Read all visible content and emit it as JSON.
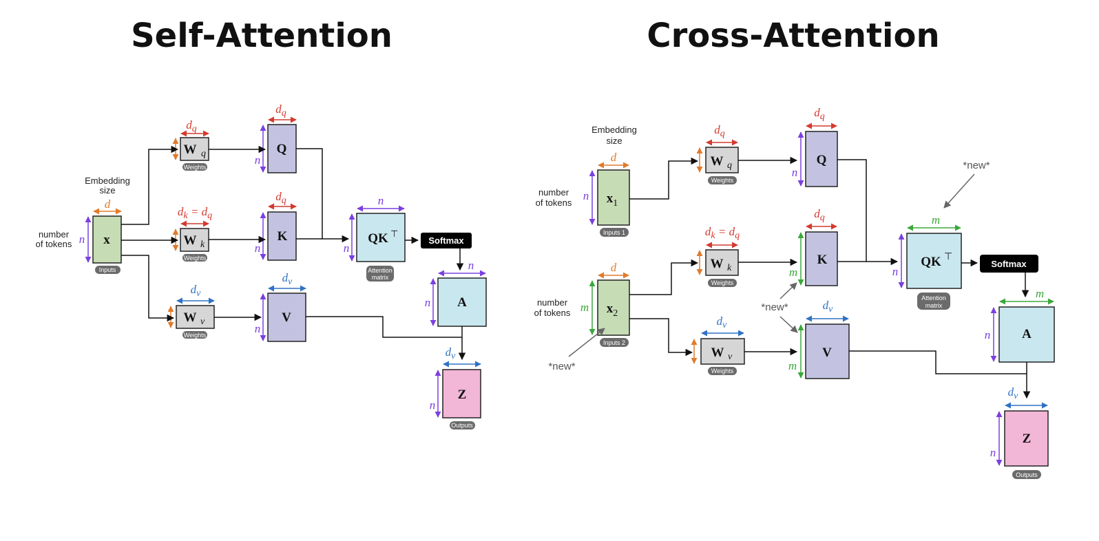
{
  "titles": {
    "self": "Self-Attention",
    "cross": "Cross-Attention"
  },
  "labels": {
    "embedding_line1": "Embedding",
    "embedding_line2": "size",
    "tokens_line1": "number",
    "tokens_line2": "of tokens",
    "new": "*new*",
    "softmax": "Softmax"
  },
  "pills": {
    "inputs": "Inputs",
    "inputs1": "Inputs 1",
    "inputs2": "Inputs 2",
    "weights": "Weights",
    "attn_line1": "Attention",
    "attn_line2": "matrix",
    "outputs": "Outputs"
  },
  "symbols": {
    "x": "x",
    "x1": "x",
    "x1_sub": "1",
    "x2": "x",
    "x2_sub": "2",
    "W": "W",
    "q": "q",
    "k": "k",
    "v": "v",
    "Q": "Q",
    "K": "K",
    "V": "V",
    "QK": "QK",
    "T": "⊤",
    "A": "A",
    "Z": "Z"
  },
  "dims": {
    "d": "d",
    "n": "n",
    "m": "m",
    "dq": "d",
    "dq_sub": "q",
    "dk_eq": "d",
    "dk_sub": "k",
    "dk_eq_mid": " = d",
    "dk_eq_sub2": "q",
    "dv": "d",
    "dv_sub": "v"
  },
  "colors": {
    "green_box": "#c6dcb5",
    "weight_box": "#d6d6d6",
    "qkv_box": "#c3c3e1",
    "attn_box": "#c9e7ef",
    "z_box": "#f2b6d7",
    "orange": "#e07b2c",
    "red": "#d43a2f",
    "purple": "#7b3fe0",
    "blue": "#2f72c4",
    "green": "#3aa83a",
    "pill": "#6b6b6b",
    "softmax": "#000000"
  }
}
